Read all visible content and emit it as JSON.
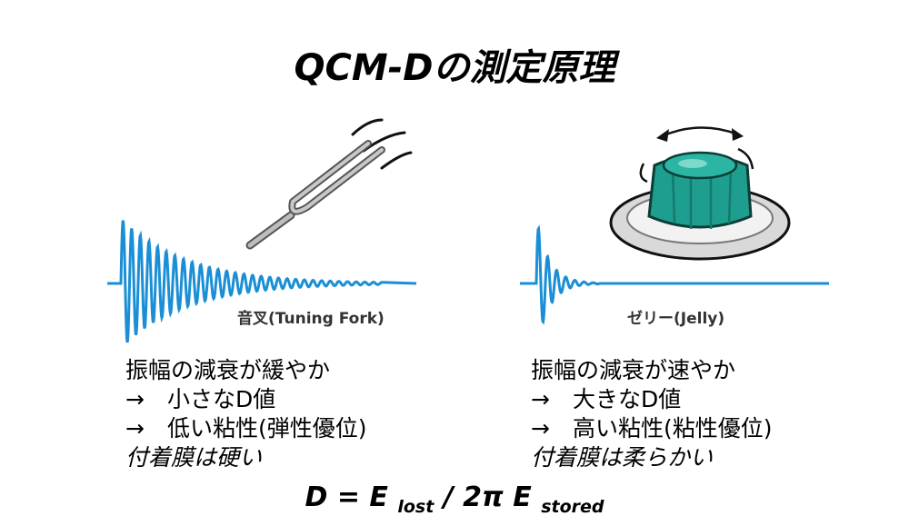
{
  "title": "QCM-Dの測定原理",
  "left": {
    "caption": "音叉(Tuning Fork)",
    "lines": [
      "振幅の減衰が緩やか",
      "→　小さなD値",
      "→　低い粘性(弾性優位)",
      "付着膜は硬い"
    ],
    "icon": "tuning-fork-icon"
  },
  "right": {
    "caption": "ゼリー(Jelly)",
    "lines": [
      "振幅の減衰が速やか",
      "→　大きなD値",
      "→　高い粘性(粘性優位)",
      "付着膜は柔らかい"
    ],
    "icon": "jelly-on-plate-icon"
  },
  "formula": {
    "lhs": "D = E",
    "sub1": "lost",
    "mid": " / 2π E",
    "sub2": "stored"
  },
  "colors": {
    "wave": "#1a8fd6",
    "jelly": "#1d9e8e",
    "fork": "#9a9a9a"
  }
}
